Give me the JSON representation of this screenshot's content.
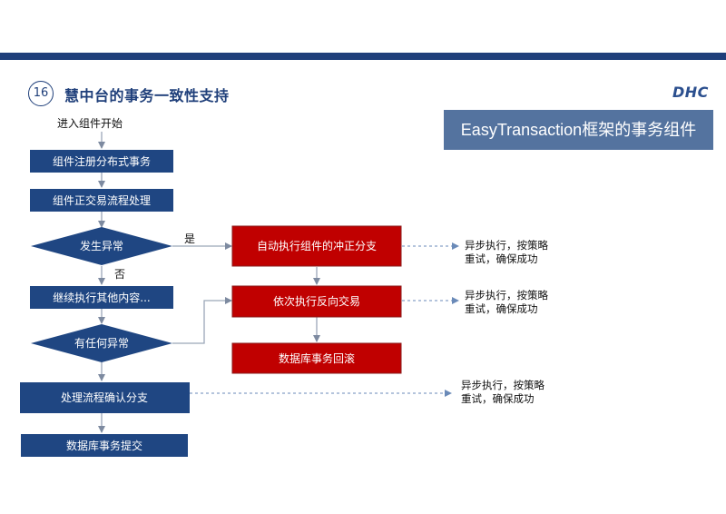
{
  "slide": {
    "number": "16",
    "title": "慧中台的事务一致性支持",
    "logo_text": "DHC",
    "banner": "EasyTransaction框架的事务组件"
  },
  "colors": {
    "band": "#1f3f7a",
    "blue_box": "#1f4682",
    "red_box": "#c00000",
    "banner": "#54739f",
    "connector": "#9aa6b8"
  },
  "flow": {
    "start": "进入组件开始",
    "step_register": "组件注册分布式事务",
    "step_forward": "组件正交易流程处理",
    "decision_exception": "发生异常",
    "label_yes": "是",
    "label_no": "否",
    "step_continue": "继续执行其他内容...",
    "decision_any_exception": "有任何异常",
    "step_confirm": "处理流程确认分支",
    "step_commit": "数据库事务提交",
    "red_auto_compensate": "自动执行组件的冲正分支",
    "red_reverse": "依次执行反向交易",
    "red_rollback": "数据库事务回滚"
  },
  "notes": [
    {
      "line1": "异步执行，按策略",
      "line2": "重试，确保成功"
    },
    {
      "line1": "异步执行，按策略",
      "line2": "重试，确保成功"
    },
    {
      "line1": "异步执行，按策略",
      "line2": "重试，确保成功"
    }
  ]
}
